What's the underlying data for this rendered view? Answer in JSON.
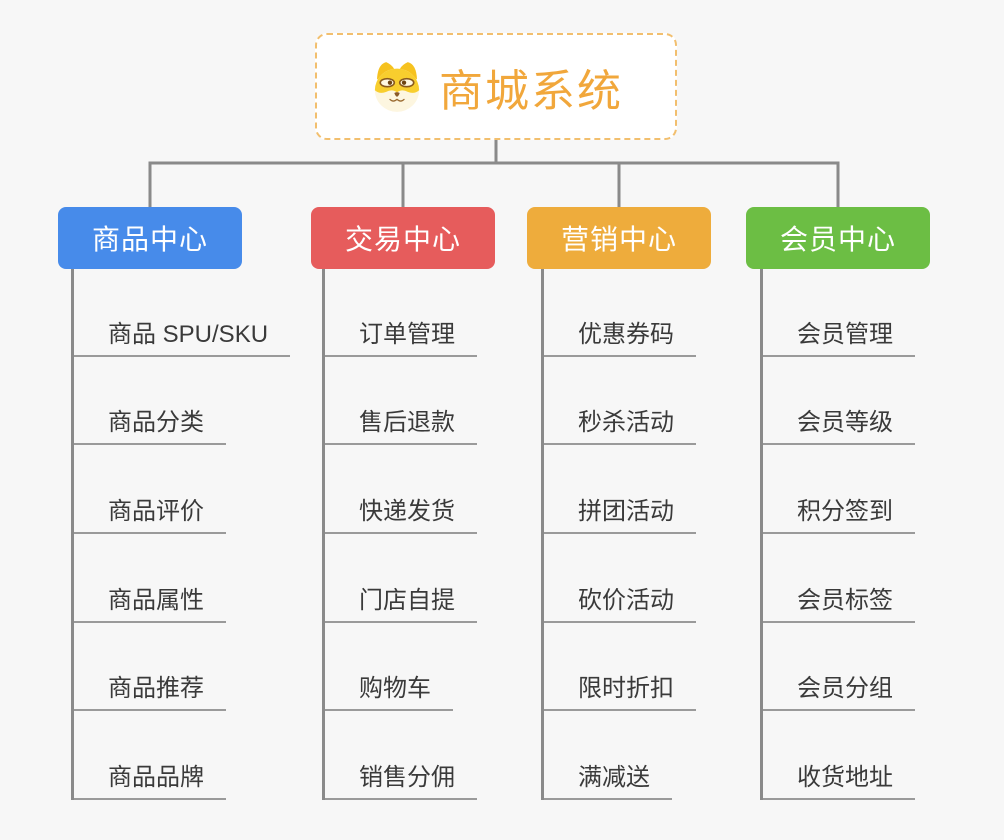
{
  "page": {
    "background_color": "#f7f7f7"
  },
  "connectors": {
    "color": "#8a8a8a"
  },
  "root": {
    "title": "商城系统",
    "icon": "shiba-dog-icon",
    "title_color": "#f1a73b",
    "border_color": "#f2bf6e"
  },
  "branches": [
    {
      "label": "商品中心",
      "color": "#478bea",
      "items": [
        "商品 SPU/SKU",
        "商品分类",
        "商品评价",
        "商品属性",
        "商品推荐",
        "商品品牌"
      ]
    },
    {
      "label": "交易中心",
      "color": "#e65c5c",
      "items": [
        "订单管理",
        "售后退款",
        "快递发货",
        "门店自提",
        "购物车",
        "销售分佣"
      ]
    },
    {
      "label": "营销中心",
      "color": "#eeac3c",
      "items": [
        "优惠券码",
        "秒杀活动",
        "拼团活动",
        "砍价活动",
        "限时折扣",
        "满减送"
      ]
    },
    {
      "label": "会员中心",
      "color": "#6cbe44",
      "items": [
        "会员管理",
        "会员等级",
        "积分签到",
        "会员标签",
        "会员分组",
        "收货地址"
      ]
    }
  ]
}
